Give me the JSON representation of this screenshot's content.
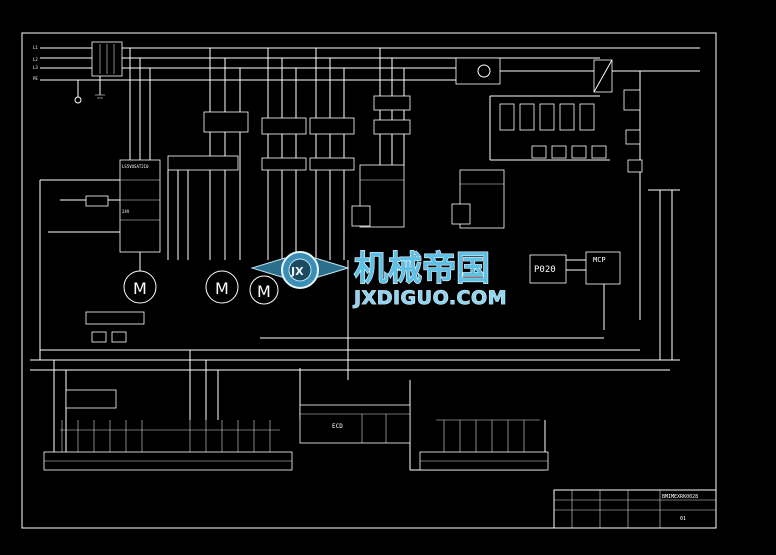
{
  "diagram": {
    "supply_labels": [
      "L1",
      "L2",
      "L3",
      "PE"
    ],
    "motor_label": "M",
    "inverter_label": "LS5VUSAT2I0",
    "plc_label": "P020",
    "mcp_label": "MCP",
    "ecd_label": "ECD",
    "bus_voltage": "24V"
  },
  "watermark": {
    "chinese": "机械帝国",
    "url": "JXDIGUO.COM",
    "logo_letters": "JX"
  },
  "title_block": {
    "drawing_title": "BMIMEXRK0028",
    "sheet": "01"
  },
  "colors": {
    "background": "#000000",
    "lines": "#ffffff",
    "watermark": "#5fc0e6"
  }
}
